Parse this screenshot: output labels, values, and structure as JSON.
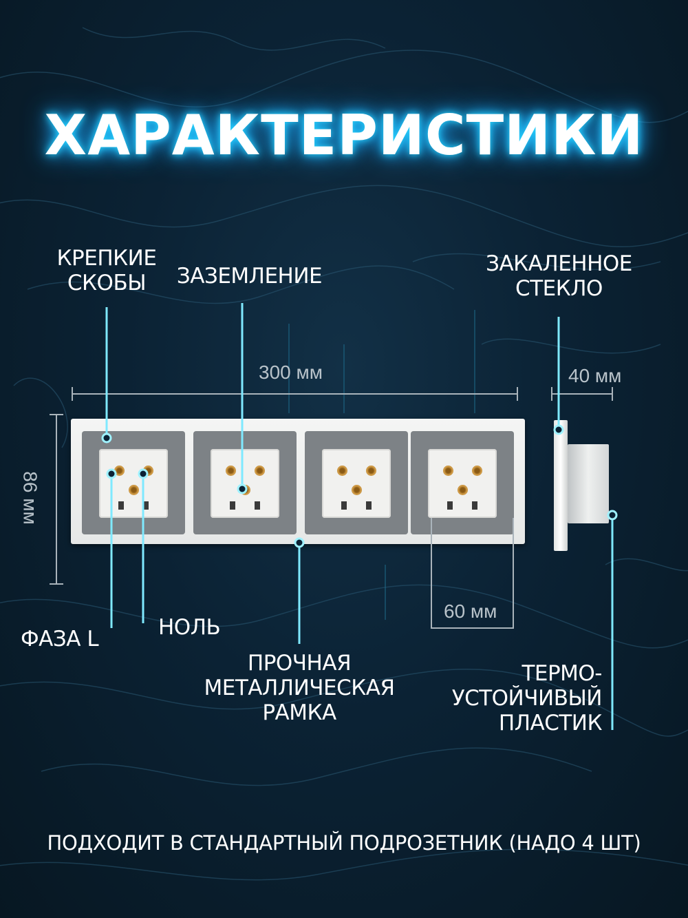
{
  "title": "ХАРАКТЕРИСТИКИ",
  "labels": {
    "strong_brackets_l1": "КРЕПКИЕ",
    "strong_brackets_l2": "СКОБЫ",
    "grounding": "ЗАЗЕМЛЕНИЕ",
    "tempered_glass_l1": "ЗАКАЛЕННОЕ",
    "tempered_glass_l2": "СТЕКЛО",
    "phase": "ФАЗА L",
    "neutral": "НОЛЬ",
    "frame_l1": "ПРОЧНАЯ",
    "frame_l2": "МЕТАЛЛИЧЕСКАЯ",
    "frame_l3": "РАМКА",
    "plastic_l1": "ТЕРМО-",
    "plastic_l2": "УСТОЙЧИВЫЙ",
    "plastic_l3": "ПЛАСТИК"
  },
  "dimensions": {
    "width": "300 мм",
    "depth": "40 мм",
    "height": "86 мм",
    "module": "60 мм"
  },
  "footer": "ПОДХОДИТ В СТАНДАРТНЫЙ ПОДРОЗЕТНИК (НАДО 4 ШТ)",
  "colors": {
    "background": "#0b2234",
    "glow": "#27d6ff",
    "pointer": "#7fe9ff",
    "dimension_line": "#aab4bb"
  }
}
